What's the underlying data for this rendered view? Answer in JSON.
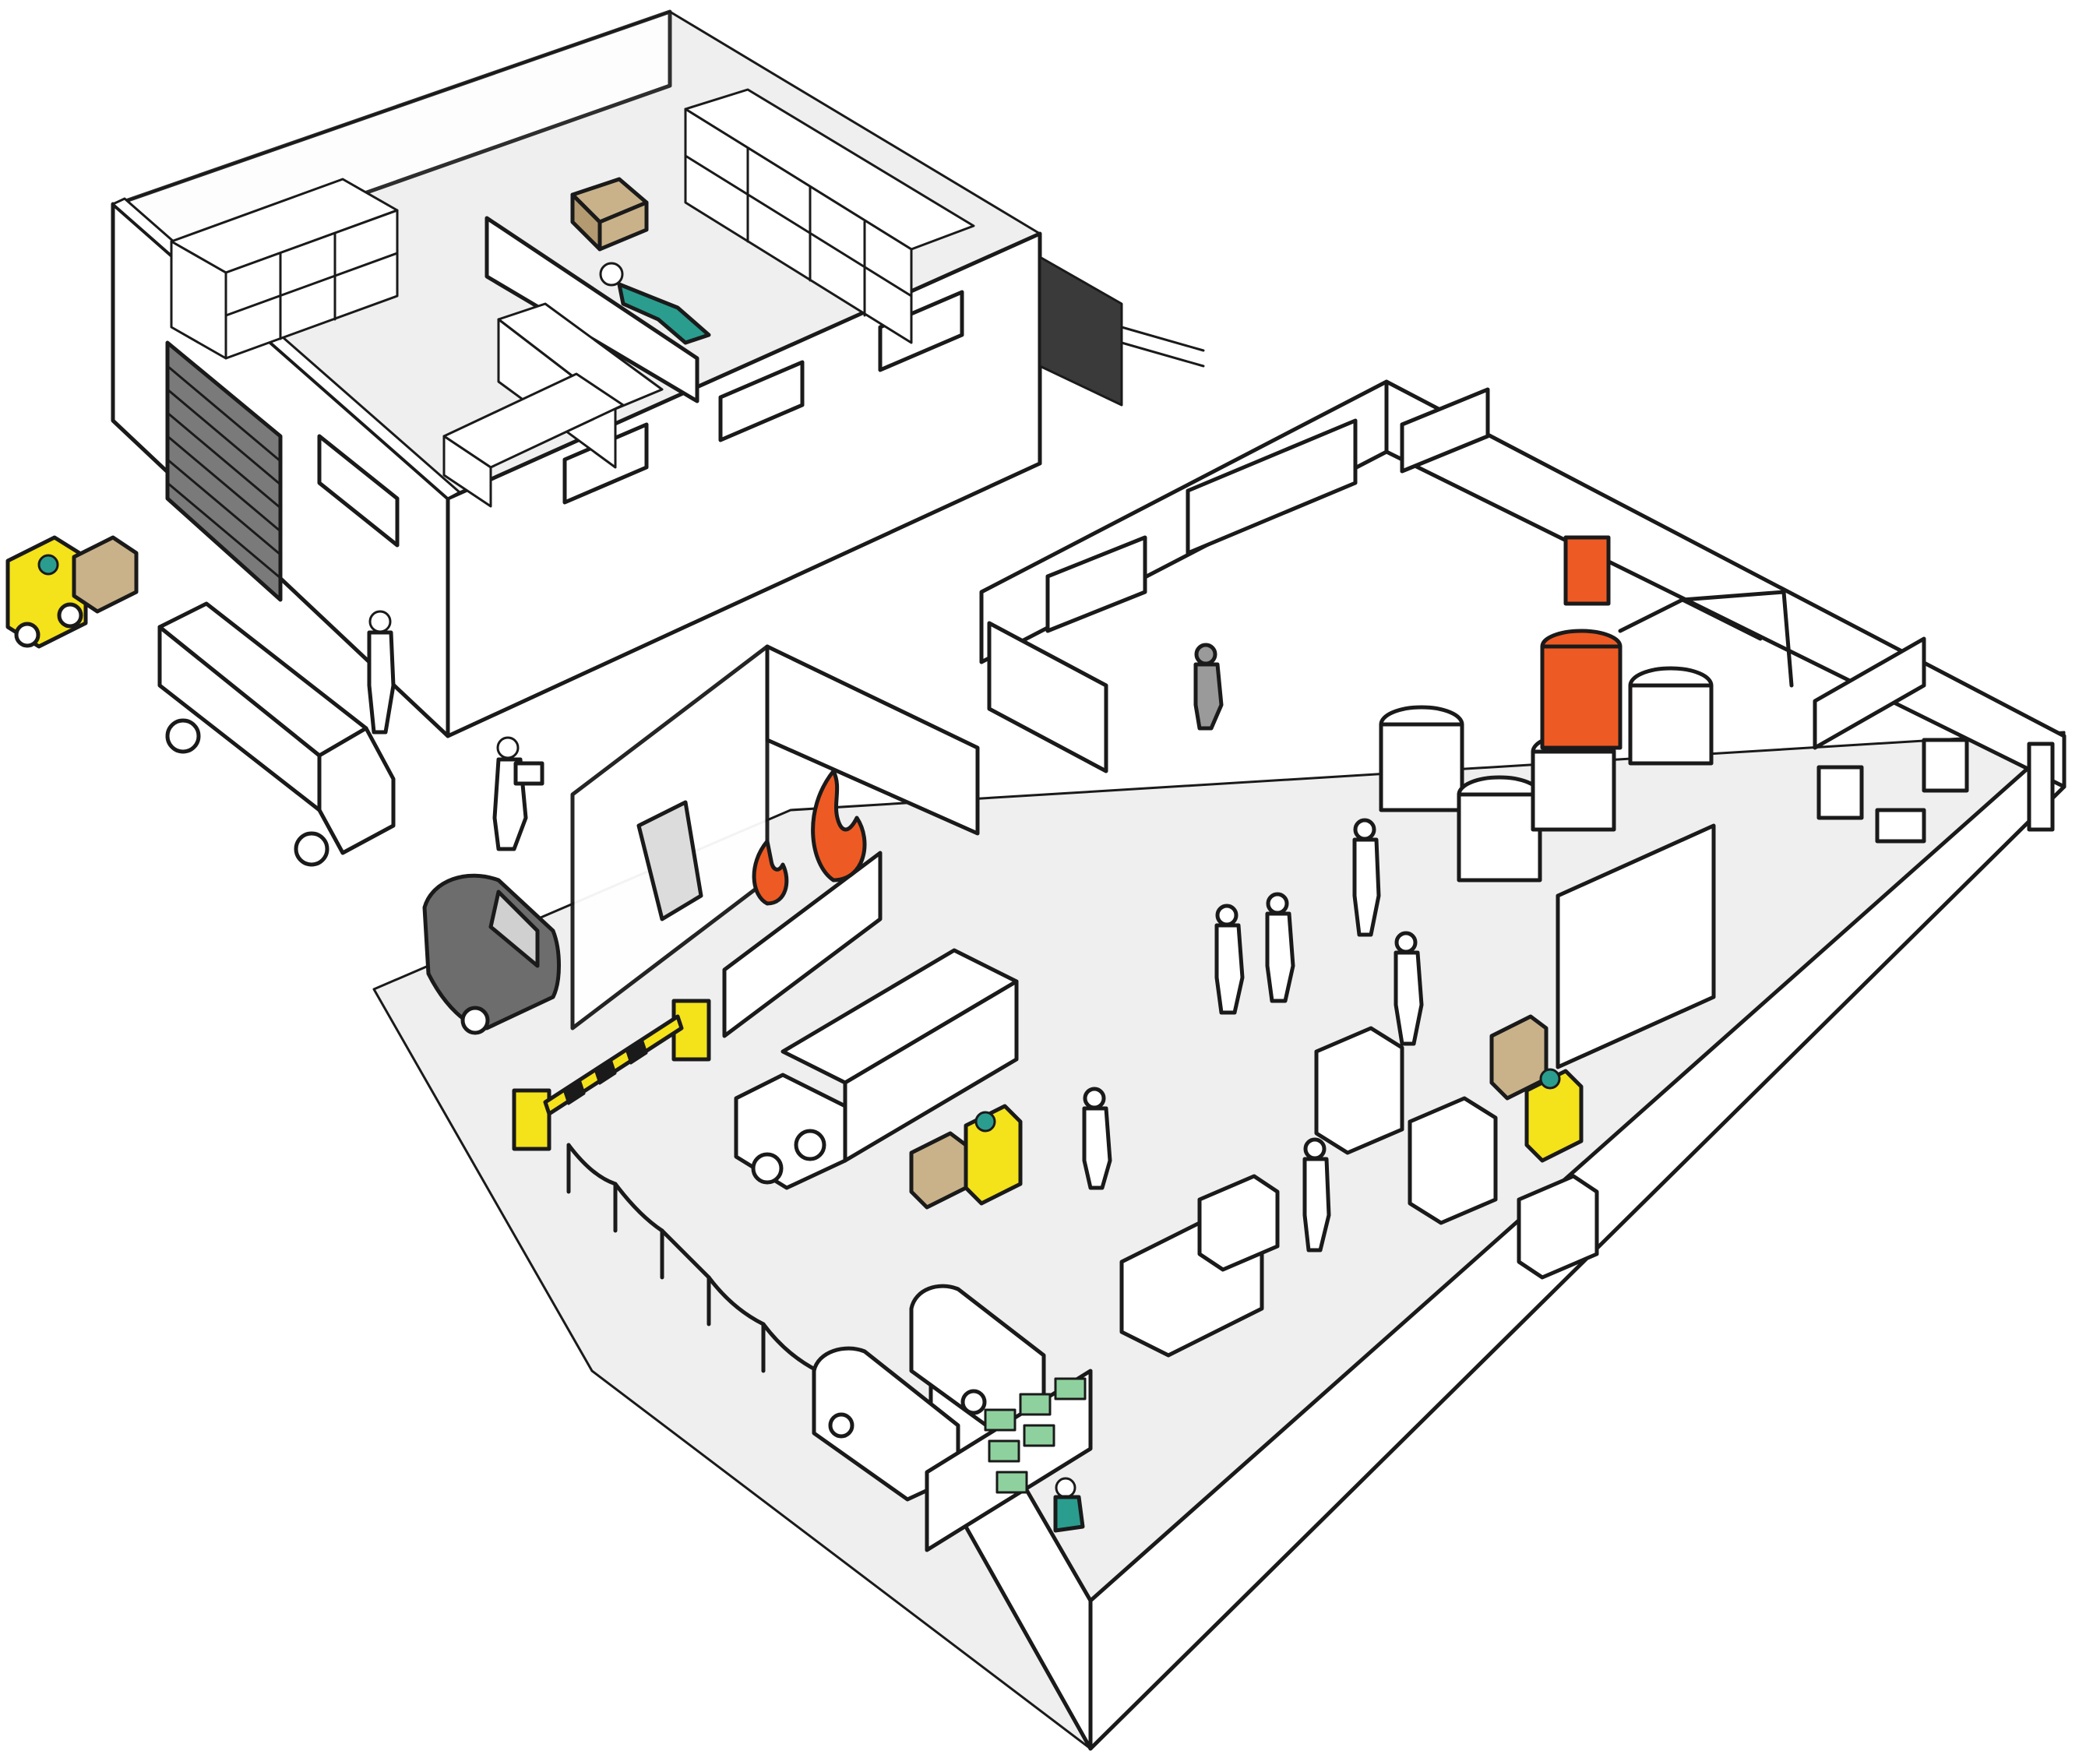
{
  "palette": {
    "wall": "#ffffff",
    "floor": "#efefef",
    "ink": "#1a1a1a",
    "shelf_gray": "#cfcfcf",
    "truck_dark": "#6d6d6d",
    "accent_teal": "#2a9d8f",
    "accent_yellow": "#f4e21b",
    "accent_orange": "#ee5a24",
    "box_tan": "#c9b28a",
    "screen_green": "#8fd19e"
  },
  "scene": {
    "upper_building": "warehouse",
    "lower_building": "factory",
    "flags": [
      "fire-icon",
      "fallen-worker",
      "forklift",
      "boiler-tank",
      "control-room",
      "parking-gate"
    ]
  }
}
